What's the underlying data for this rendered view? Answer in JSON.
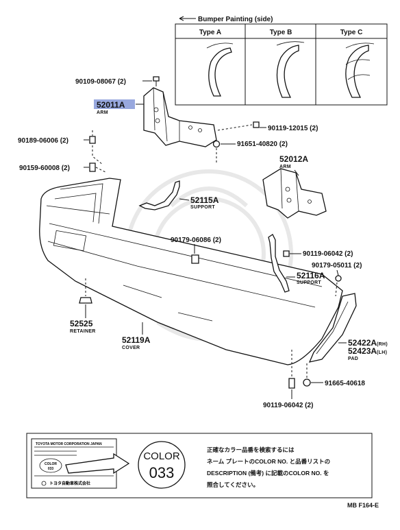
{
  "painting": {
    "header": "Bumper Painting (side)",
    "types": [
      "Type A",
      "Type B",
      "Type C"
    ]
  },
  "parts": {
    "p90109_08067": "90109-08067 (2)",
    "p52011A": "52011A",
    "p52011A_sub": "ARM",
    "p90119_12015": "90119-12015 (2)",
    "p91651_40820": "91651-40820 (2)",
    "p90189_06006": "90189-06006 (2)",
    "p90159_60008": "90159-60008 (2)",
    "p52012A": "52012A",
    "p52012A_sub": "ARM",
    "p52115A": "52115A",
    "p52115A_sub": "SUPPORT",
    "p90179_06086": "90179-06086 (2)",
    "p90119_06042a": "90119-06042 (2)",
    "p90179_05011": "90179-05011 (2)",
    "p52116A": "52116A",
    "p52116A_sub": "SUPPORT",
    "p52525": "52525",
    "p52525_sub": "RETAINER",
    "p52119A": "52119A",
    "p52119A_sub": "COVER",
    "p52422A": "52422A",
    "p52422A_suffix": "(RH)",
    "p52423A": "52423A",
    "p52423A_suffix": "(LH)",
    "p_pad_sub": "PAD",
    "p91665_40618": "91665-40618",
    "p90119_06042b": "90119-06042 (2)"
  },
  "color_box": {
    "plate_line1": "TOYOTA MOTOR CORPORATION JAPAN",
    "plate_color": "COLOR",
    "plate_code": "033",
    "plate_footer": "トヨタ自動車株式会社",
    "circle_label": "COLOR",
    "circle_code": "033",
    "note_line1": "正確なカラー品番を検索するには",
    "note_line2": "ネーム プレートのCOLOR NO. と品番リストの",
    "note_line3": "DESCRIPTION (備考) に記載のCOLOR NO. を",
    "note_line4": "照合してください。"
  },
  "footer_code": "MB F164-E",
  "colors": {
    "highlight": "#98a8de",
    "line": "#111111"
  }
}
